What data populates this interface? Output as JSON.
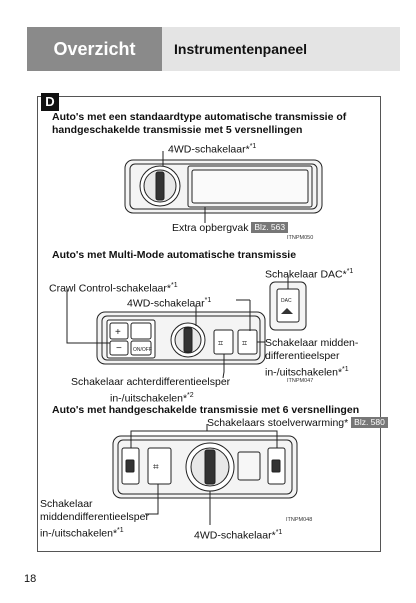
{
  "header": {
    "section": "Overzicht",
    "title": "Instrumentenpaneel"
  },
  "badge": "D",
  "sec1": {
    "title_line1": "Auto's met een standaardtype automatische transmissie of",
    "title_line2": "handgeschakelde transmissie met 5 versnellingen",
    "label_4wd": "4WD-schakelaar*",
    "sup": "*1",
    "label_storage": "Extra opbergvak",
    "storage_ref": "Blz. 563",
    "code": "ITNPM050"
  },
  "sec2": {
    "title": "Auto's met Multi-Mode automatische transmissie",
    "label_dac": "Schakelaar DAC*",
    "label_crawl": "Crawl Control-schakelaar*",
    "label_4wd": "4WD-schakelaar",
    "label_center_1": "Schakelaar midden-",
    "label_center_2": "differentieelsper",
    "label_center_3": "in-/uitschakelen*",
    "label_rear_1": "Schakelaar achterdifferentieelsper",
    "label_rear_2": "in-/uitschakelen*",
    "sup1": "*1",
    "sup2": "*2",
    "code": "ITNPM047",
    "button_onoff": "ON/OFF",
    "button_dac": "DAC"
  },
  "sec3": {
    "title": "Auto's met handgeschakelde transmissie met 6 versnellingen",
    "label_seat": "Schakelaars stoelverwarming*",
    "seat_ref": "Blz. 580",
    "label_center_1": "Schakelaar",
    "label_center_2": "middendifferentieelsper",
    "label_center_3": "in-/uitschakelen*",
    "label_4wd": "4WD-schakelaar*",
    "sup": "*1",
    "code": "ITNPM048"
  },
  "page_number": "18",
  "colors": {
    "header_dark": "#8a8a8a",
    "header_light": "#e4e4e4",
    "tag": "#777777"
  }
}
